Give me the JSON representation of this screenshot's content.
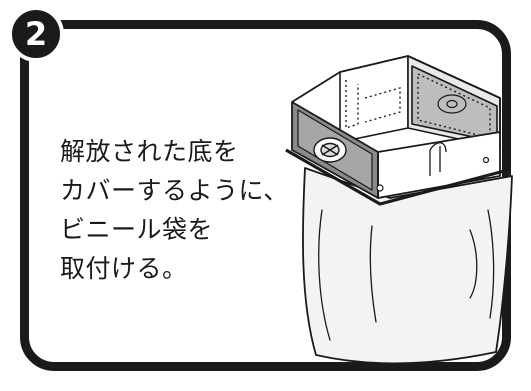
{
  "step": {
    "number": "2"
  },
  "instruction": {
    "lines": [
      "解放された底を",
      "カバーするように、",
      "ビニール袋を",
      "取付ける。"
    ]
  }
}
